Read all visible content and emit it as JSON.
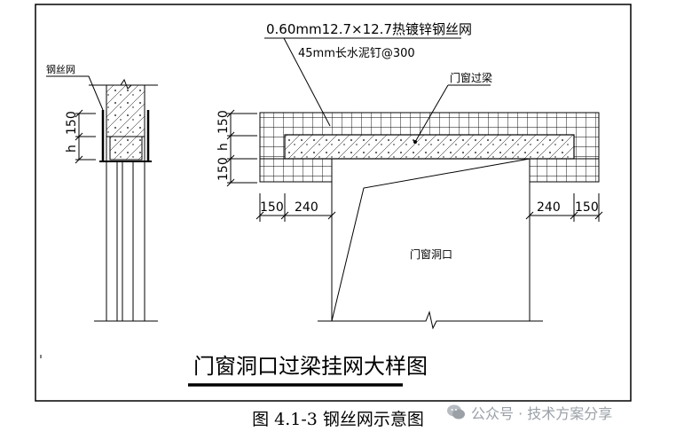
{
  "labels": {
    "mesh_spec": "0.60mm12.7×12.7热镀锌钢丝网",
    "nail_spec": "45mm长水泥钉@300",
    "lintel": "门窗过梁",
    "mesh_left": "钢丝网",
    "opening": "门窗洞口",
    "dim_150_a": "150",
    "dim_h_a": "h",
    "dim_h_b": "h",
    "dim_150_b": "150",
    "dim_150_c": "150",
    "dim_150_d": "150",
    "dim_240_l": "240",
    "dim_240_r": "240",
    "dim_150_e": "150"
  },
  "figure_title": "门窗洞口过梁挂网大样图",
  "caption": "图 4.1-3  钢丝网示意图",
  "watermark": "公众号 · 技术方案分享"
}
